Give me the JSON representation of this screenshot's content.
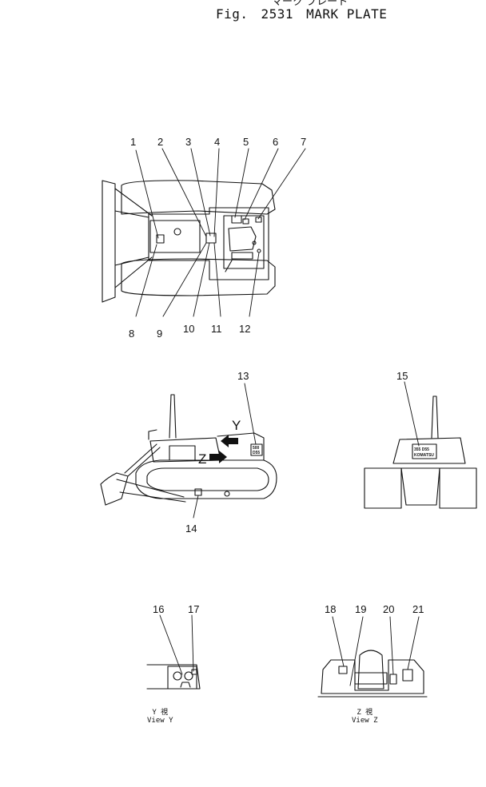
{
  "figure": {
    "title_jp": "マーク プレート",
    "fig_label": "Fig.",
    "fig_number": "2531",
    "title": "MARK PLATE"
  },
  "callouts": [
    "1",
    "2",
    "3",
    "4",
    "5",
    "6",
    "7",
    "8",
    "9",
    "10",
    "11",
    "12",
    "13",
    "14",
    "15",
    "16",
    "17",
    "18",
    "19",
    "20",
    "21"
  ],
  "arrow_labels": {
    "y": "Y",
    "z": "Z"
  },
  "plates": {
    "p13_line1": "500",
    "p13_line2": "D55",
    "p15_line1": "355 D55",
    "p15_line2": "KOMATSU"
  },
  "views": {
    "y_jp": "Y 視",
    "y_en": "View Y",
    "z_jp": "Z 視",
    "z_en": "View Z"
  }
}
